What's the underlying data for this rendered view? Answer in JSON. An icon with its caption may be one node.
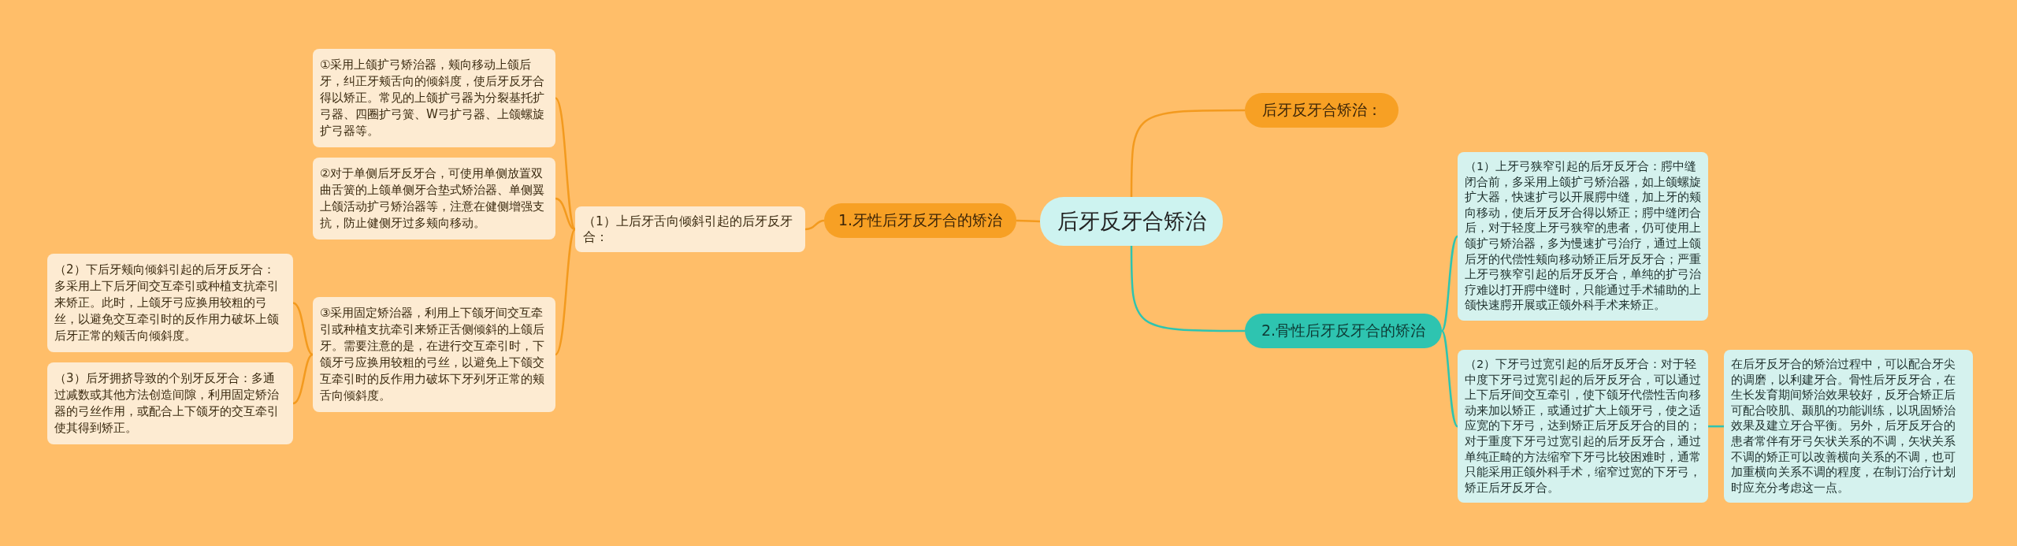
{
  "diagram": {
    "nodes": [
      {
        "text": [
          "后牙反牙合矫治"
        ]
      },
      {
        "text": [
          "后牙反牙合矫治："
        ]
      },
      {
        "text": [
          "1.牙性后牙反牙合的矫治"
        ]
      },
      {
        "text": [
          "（1）上后牙舌向倾斜引起的后牙反牙合："
        ]
      },
      {
        "text": [
          "①采用上颌扩弓矫治器，颊向移动上颌后牙，纠正牙颊舌向的倾斜度，使后牙反牙合得以矫正。常见的上颌扩弓器为分裂基托扩弓器、四圈扩弓簧、W弓扩弓器、上颌螺旋扩弓器等。"
        ]
      },
      {
        "text": [
          "②对于单侧后牙反牙合，可使用单侧放置双曲舌簧的上颌单侧牙合垫式矫治器、单侧翼上颌活动扩弓矫治器等，注意在健侧增强支抗，防止健侧牙过多颊向移动。"
        ]
      },
      {
        "text": [
          "③采用固定矫治器，利用上下颌牙间交互牵引或种植支抗牵引来矫正舌侧倾斜的上颌后牙。需要注意的是，在进行交互牵引时，下颌牙弓应换用较粗的弓丝，以避免上下颌交互牵引时的反作用力破坏下牙列牙正常的颊舌向倾斜度。"
        ]
      },
      {
        "text": [
          "（2）下后牙颊向倾斜引起的后牙反牙合：多采用上下后牙间交互牵引或种植支抗牵引来矫正。此时，上颌牙弓应换用较粗的弓丝，以避免交互牵引时的反作用力破坏上颌后牙正常的颊舌向倾斜度。"
        ]
      },
      {
        "text": [
          "（3）后牙拥挤导致的个别牙反牙合：多通过减数或其他方法创造间隙，利用固定矫治器的弓丝作用，或配合上下颌牙的交互牵引使其得到矫正。"
        ]
      },
      {
        "text": [
          "2.骨性后牙反牙合的矫治"
        ]
      },
      {
        "text": [
          "（1）上牙弓狭窄引起的后牙反牙合：腭中缝闭合前，多采用上颌扩弓矫治器，如上颌螺旋扩大器，快速扩弓以开展腭中缝，加上牙的颊向移动，使后牙反牙合得以矫正；腭中缝闭合后，对于轻度上牙弓狭窄的患者，仍可使用上颌扩弓矫治器，多为慢速扩弓治疗，通过上颌后牙的代偿性颊向移动矫正后牙反牙合；严重上牙弓狭窄引起的后牙反牙合，单纯的扩弓治疗难以打开腭中缝时，只能通过手术辅助的上颌快速腭开展或正颌外科手术来矫正。"
        ]
      },
      {
        "text": [
          "（2）下牙弓过宽引起的后牙反牙合：对于轻中度下牙弓过宽引起的后牙反牙合，可以通过上下后牙间交互牵引，使下颌牙代偿性舌向移动来加以矫正，或通过扩大上颌牙弓，使之适应宽的下牙弓，达到矫正后牙反牙合的目的；对于重度下牙弓过宽引起的后牙反牙合，通过单纯正畸的方法缩窄下牙弓比较困难时，通常只能采用正颌外科手术，缩窄过宽的下牙弓，矫正后牙反牙合。"
        ]
      },
      {
        "text": [
          "在后牙反牙合的矫治过程中，可以配合牙尖的调磨，以利建牙合。骨性后牙反牙合，在生长发育期间矫治效果较好，反牙合矫正后可配合咬肌、颞肌的功能训练，以巩固矫治效果及建立牙合平衡。另外，后牙反牙合的患者常伴有牙弓矢状关系的不调，矢状关系不调的矫正可以改善横向关系的不调，也可加重横向关系不调的程度，在制订治疗计划时应充分考虑这一点。"
        ]
      }
    ],
    "edges": [
      {
        "from": 0,
        "to": 1,
        "arrow": "none"
      },
      {
        "from": 0,
        "to": 2,
        "arrow": "none"
      },
      {
        "from": 2,
        "to": 3,
        "arrow": "none"
      },
      {
        "from": 3,
        "to": 4,
        "arrow": "none"
      },
      {
        "from": 3,
        "to": 5,
        "arrow": "none"
      },
      {
        "from": 3,
        "to": 6,
        "arrow": "none"
      },
      {
        "from": 6,
        "to": 7,
        "arrow": "none"
      },
      {
        "from": 6,
        "to": 8,
        "arrow": "none"
      },
      {
        "from": 0,
        "to": 9,
        "arrow": "none",
        "color": "#2ec4b0"
      },
      {
        "from": 9,
        "to": 10,
        "arrow": "none",
        "color": "#2ec4b0"
      },
      {
        "from": 9,
        "to": 11,
        "arrow": "none",
        "color": "#2ec4b0"
      },
      {
        "from": 11,
        "to": 12,
        "arrow": "none",
        "color": "#2ec4b0"
      }
    ]
  }
}
